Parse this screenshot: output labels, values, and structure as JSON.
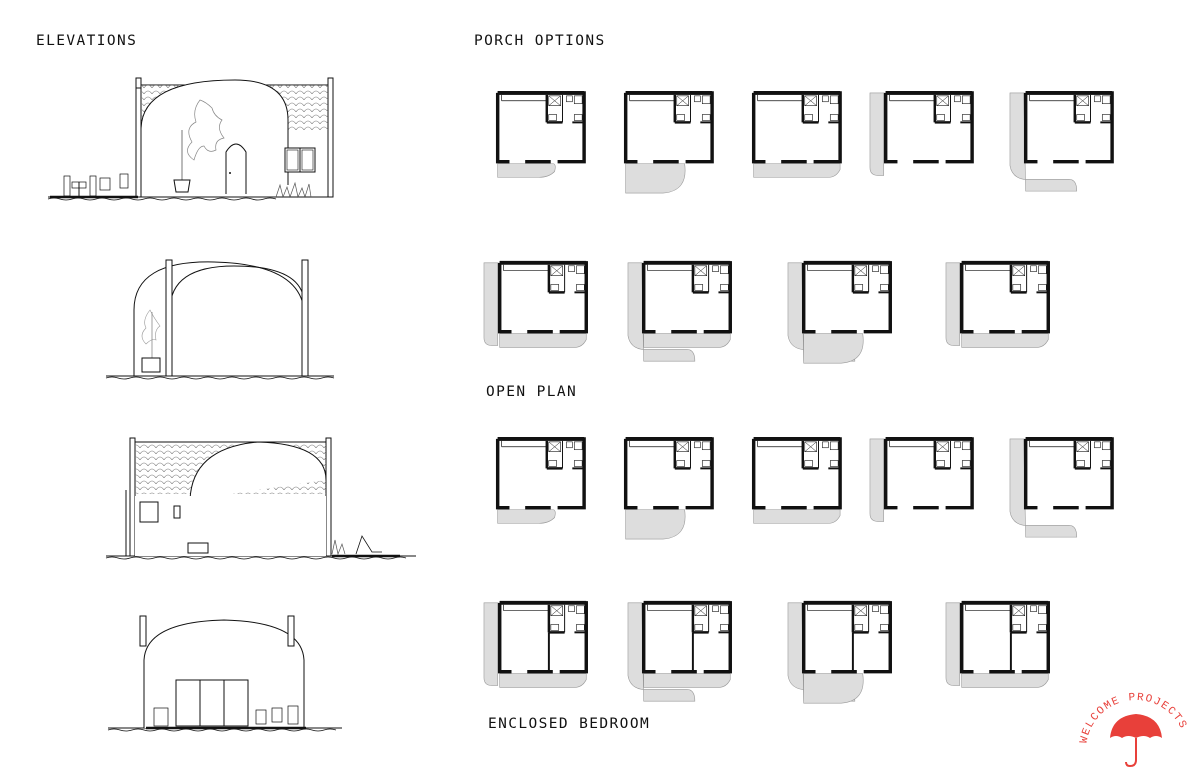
{
  "sections": {
    "elevations": "ELEVATIONS",
    "porch_options": "PORCH OPTIONS",
    "open_plan": "OPEN PLAN",
    "enclosed_bedroom": "ENCLOSED BEDROOM"
  },
  "logo": {
    "text": "WELCOME PROJECTS",
    "color": "#e8403a"
  },
  "colors": {
    "ink": "#111111",
    "porch_fill": "#dddddd",
    "background": "#ffffff"
  },
  "porch_types": [
    "front-small",
    "front-large",
    "front-notched",
    "side",
    "corner-large",
    "side-front",
    "side-corner",
    "corner-round",
    "side-front-alt"
  ]
}
